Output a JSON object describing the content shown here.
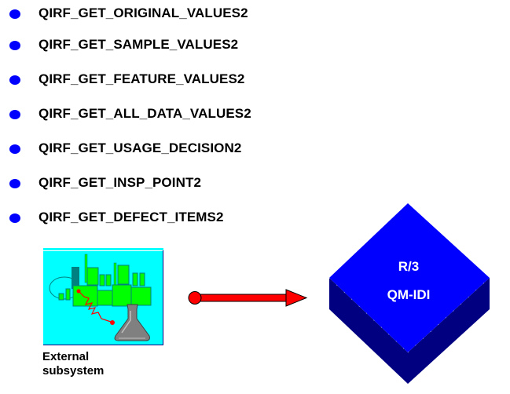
{
  "functions": [
    "QIRF_GET_ORIGINAL_VALUES2",
    "QIRF_GET_SAMPLE_VALUES2",
    "QIRF_GET_FEATURE_VALUES2",
    "QIRF_GET_ALL_DATA_VALUES2",
    "QIRF_GET_USAGE_DECISION2",
    "QIRF_GET_INSP_POINT2",
    "QIRF_GET_DEFECT_ITEMS2"
  ],
  "subsystem": {
    "label_line1": "External",
    "label_line2": "subsystem",
    "icon": "factory-and-flask-icon"
  },
  "connector": {
    "icon": "red-arrow-icon",
    "direction": "right"
  },
  "target": {
    "line1": "R/3",
    "line2": "QM-IDI",
    "icon": "diamond-block-icon"
  },
  "colors": {
    "bullet": "#0000ff",
    "diamond_top": "#0000ff",
    "diamond_side": "#000080",
    "arrow": "#ff0000",
    "picture_bg": "#00ffff",
    "plant_green": "#00ff00"
  }
}
